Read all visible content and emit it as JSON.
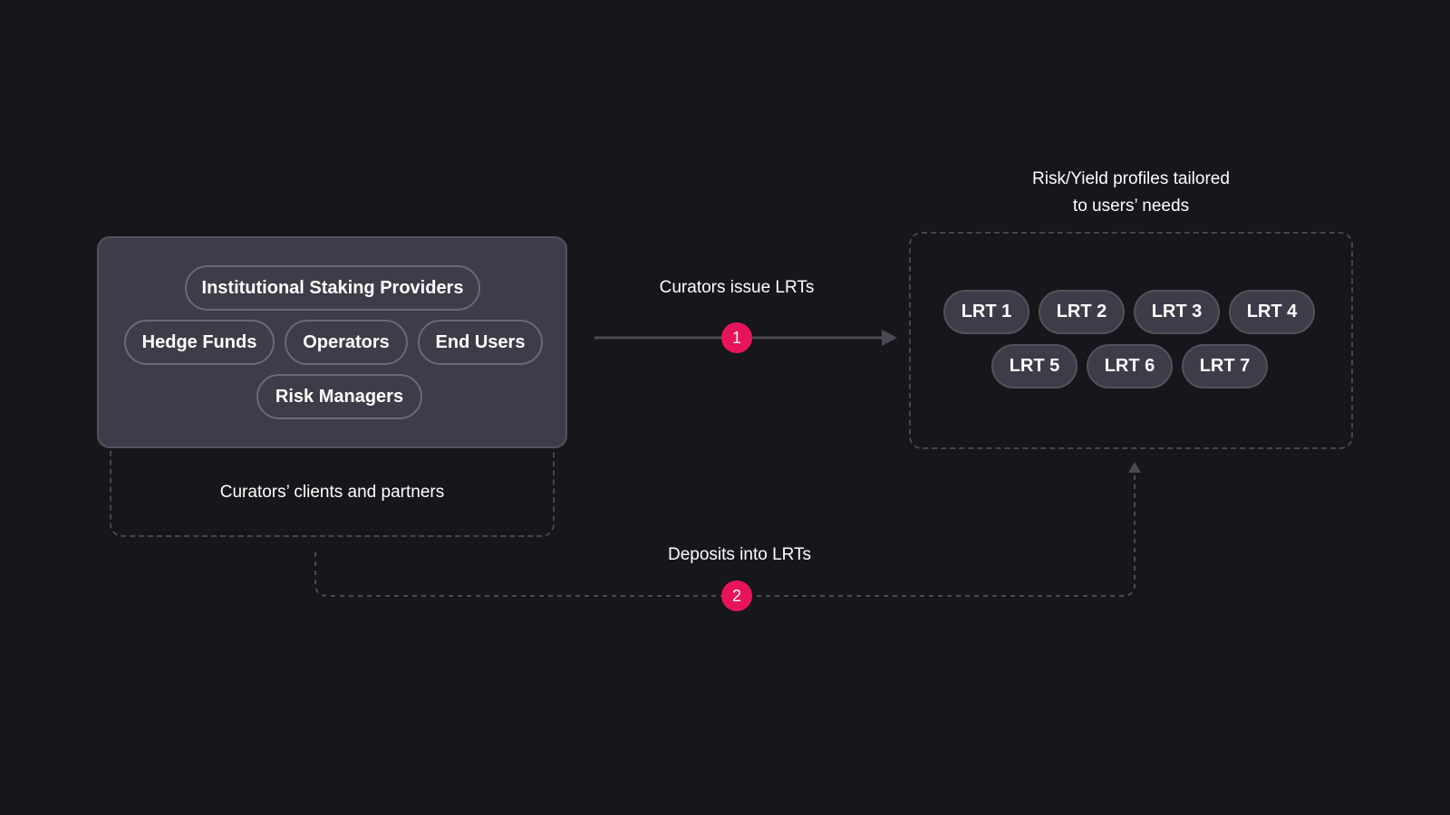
{
  "clients": {
    "caption": "Curators’ clients and partners",
    "items": [
      "Institutional Staking Providers",
      "Hedge Funds",
      "Operators",
      "End Users",
      "Risk Managers"
    ]
  },
  "lrts": {
    "heading_line1": "Risk/Yield profiles tailored",
    "heading_line2": "to users’ needs",
    "items": [
      "LRT 1",
      "LRT 2",
      "LRT 3",
      "LRT 4",
      "LRT 5",
      "LRT 6",
      "LRT 7"
    ]
  },
  "flows": [
    {
      "step": "1",
      "label": "Curators issue LRTs"
    },
    {
      "step": "2",
      "label": "Deposits into LRTs"
    }
  ],
  "colors": {
    "background": "#16161b",
    "panel": "#3d3d49",
    "badge": "#e8145b",
    "connector": "#4a4a56"
  }
}
